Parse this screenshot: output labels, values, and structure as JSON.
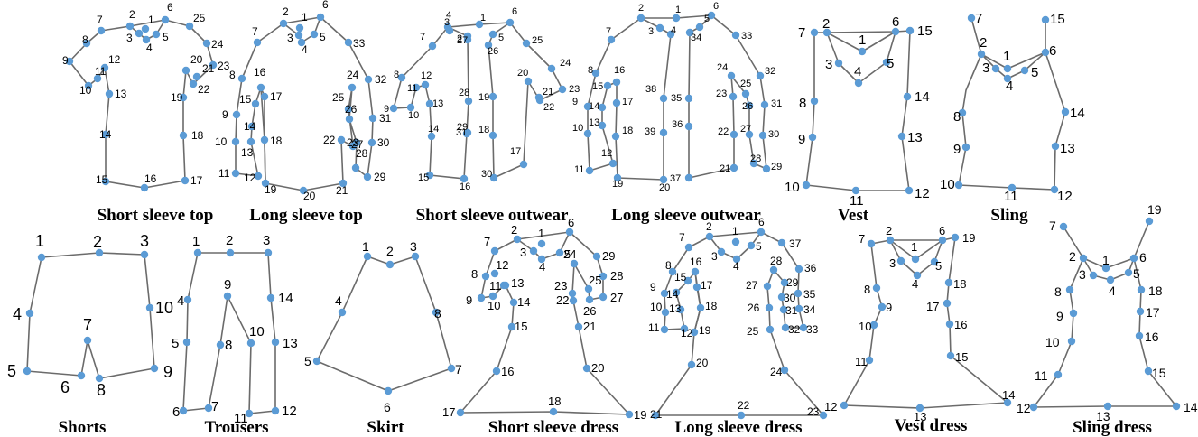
{
  "figure": {
    "panels": [
      {
        "id": "short-sleeve-top",
        "caption": "Short sleeve top",
        "keypoints": [
          "1",
          "2",
          "3",
          "4",
          "5",
          "6",
          "7",
          "8",
          "9",
          "10",
          "11",
          "12",
          "13",
          "14",
          "15",
          "16",
          "17",
          "18",
          "19",
          "20",
          "21",
          "22",
          "23",
          "24",
          "25"
        ]
      },
      {
        "id": "long-sleeve-top",
        "caption": "Long sleeve top",
        "keypoints": [
          "1",
          "2",
          "3",
          "4",
          "5",
          "6",
          "7",
          "8",
          "9",
          "10",
          "11",
          "12",
          "13",
          "14",
          "15",
          "16",
          "17",
          "18",
          "19",
          "20",
          "21",
          "22",
          "23",
          "24",
          "25",
          "26",
          "27",
          "28",
          "29",
          "30",
          "31",
          "32",
          "33"
        ]
      },
      {
        "id": "short-sleeve-outwear",
        "caption": "Short sleeve outwear",
        "keypoints": [
          "1",
          "2",
          "3",
          "4",
          "5",
          "6",
          "7",
          "8",
          "9",
          "10",
          "11",
          "12",
          "13",
          "14",
          "15",
          "16",
          "17",
          "18",
          "19",
          "20",
          "21",
          "22",
          "23",
          "24",
          "25",
          "26",
          "27",
          "28",
          "29",
          "30",
          "31"
        ]
      },
      {
        "id": "long-sleeve-outwear",
        "caption": "Long sleeve outwear",
        "keypoints": [
          "1",
          "2",
          "3",
          "4",
          "5",
          "6",
          "7",
          "8",
          "9",
          "10",
          "11",
          "12",
          "13",
          "14",
          "15",
          "16",
          "17",
          "18",
          "19",
          "20",
          "21",
          "22",
          "23",
          "24",
          "25",
          "26",
          "27",
          "28",
          "29",
          "30",
          "31",
          "32",
          "33",
          "34",
          "35",
          "36",
          "37",
          "38",
          "39"
        ]
      },
      {
        "id": "vest",
        "caption": "Vest",
        "keypoints": [
          "1",
          "2",
          "3",
          "4",
          "5",
          "6",
          "7",
          "8",
          "9",
          "10",
          "11",
          "12",
          "13",
          "14",
          "15"
        ]
      },
      {
        "id": "sling",
        "caption": "Sling",
        "keypoints": [
          "1",
          "2",
          "3",
          "4",
          "5",
          "6",
          "7",
          "8",
          "9",
          "10",
          "11",
          "12",
          "13",
          "14",
          "15"
        ]
      },
      {
        "id": "shorts",
        "caption": "Shorts",
        "keypoints": [
          "1",
          "2",
          "3",
          "4",
          "5",
          "6",
          "7",
          "8",
          "9",
          "10"
        ]
      },
      {
        "id": "trousers",
        "caption": "Trousers",
        "keypoints": [
          "1",
          "2",
          "3",
          "4",
          "5",
          "6",
          "7",
          "8",
          "9",
          "10",
          "11",
          "12",
          "13",
          "14"
        ]
      },
      {
        "id": "skirt",
        "caption": "Skirt",
        "keypoints": [
          "1",
          "2",
          "3",
          "4",
          "5",
          "6",
          "7",
          "8"
        ]
      },
      {
        "id": "short-sleeve-dress",
        "caption": "Short sleeve dress",
        "keypoints": [
          "1",
          "2",
          "3",
          "4",
          "5",
          "6",
          "7",
          "8",
          "9",
          "10",
          "11",
          "12",
          "13",
          "14",
          "15",
          "16",
          "17",
          "18",
          "19",
          "20",
          "21",
          "22",
          "23",
          "24",
          "25",
          "26",
          "27",
          "28",
          "29"
        ]
      },
      {
        "id": "long-sleeve-dress",
        "caption": "Long sleeve dress",
        "keypoints": [
          "1",
          "2",
          "3",
          "4",
          "5",
          "6",
          "7",
          "8",
          "9",
          "10",
          "11",
          "12",
          "13",
          "14",
          "15",
          "16",
          "17",
          "18",
          "19",
          "20",
          "21",
          "22",
          "23",
          "24",
          "25",
          "26",
          "27",
          "28",
          "29",
          "30",
          "31",
          "32",
          "33",
          "34",
          "35",
          "36",
          "37"
        ]
      },
      {
        "id": "vest-dress",
        "caption": "Vest dress",
        "keypoints": [
          "1",
          "2",
          "3",
          "4",
          "5",
          "6",
          "7",
          "8",
          "9",
          "10",
          "11",
          "12",
          "13",
          "14",
          "15",
          "16",
          "17",
          "18",
          "19"
        ]
      },
      {
        "id": "sling-dress",
        "caption": "Sling dress",
        "keypoints": [
          "1",
          "2",
          "3",
          "4",
          "5",
          "6",
          "7",
          "8",
          "9",
          "10",
          "11",
          "12",
          "13",
          "14",
          "15",
          "16",
          "17",
          "18",
          "19"
        ]
      }
    ],
    "colors": {
      "keypoint": "#5b9bd5",
      "outline": "#6b6b6b",
      "text": "#000000"
    }
  }
}
